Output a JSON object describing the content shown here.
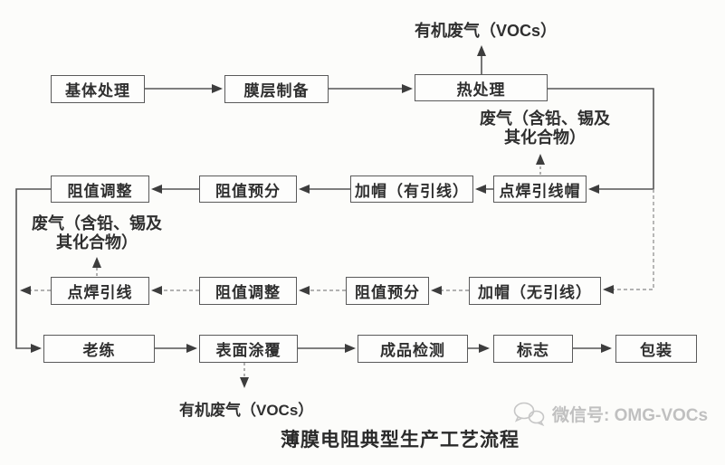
{
  "flowchart": {
    "caption": "薄膜电阻典型生产工艺流程",
    "nodes": {
      "substrate_treatment": "基体处理",
      "film_preparation": "膜层制备",
      "heat_treatment": "热处理",
      "resistance_adjustment_row2": "阻值调整",
      "resistance_presort_row2": "阻值预分",
      "cap_with_leads": "加帽（有引线）",
      "spot_weld_lead_cap": "点焊引线帽",
      "spot_weld_leads": "点焊引线",
      "resistance_adjustment_row3": "阻值调整",
      "resistance_presort_row3": "阻值预分",
      "cap_without_leads": "加帽（无引线）",
      "aging": "老练",
      "surface_coating": "表面涂覆",
      "finished_product_test": "成品检测",
      "marking": "标志",
      "packaging": "包装"
    },
    "emissions": {
      "organic_voc_top": "有机废气（VOCs）",
      "waste_gas_right_line1": "废气（含铅、锡及",
      "waste_gas_right_line2": "其化合物）",
      "waste_gas_left_line1": "废气（含铅、锡及",
      "waste_gas_left_line2": "其化合物）",
      "organic_voc_bottom": "有机废气（VOCs）"
    },
    "colors": {
      "box_border": "#5a5a5a",
      "text": "#2f2f2f",
      "connector": "#555555",
      "faint_connector": "#9a9a9a",
      "arrowhead": "#3d3d3d",
      "background": "#fcfcfa",
      "watermark": "#c0c0c0"
    }
  },
  "watermark": {
    "icon": "wechat-bubbles-icon",
    "label": "微信号: OMG-VOCs"
  }
}
